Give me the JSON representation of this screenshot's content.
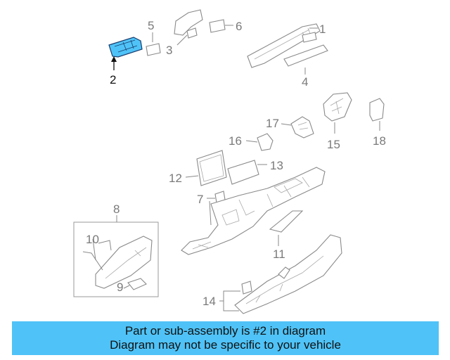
{
  "diagram": {
    "callouts": {
      "c1": "1",
      "c2": "2",
      "c3": "3",
      "c4": "4",
      "c5": "5",
      "c6": "6",
      "c7": "7",
      "c8": "8",
      "c9": "9",
      "c10": "10",
      "c11": "11",
      "c12": "12",
      "c13": "13",
      "c14": "14",
      "c15": "15",
      "c16": "16",
      "c17": "17",
      "c18": "18"
    },
    "highlight_color": "#4fc3f7"
  },
  "banner": {
    "line1": "Part or sub-assembly is #2 in diagram",
    "line2": "Diagram may not be specific to your vehicle"
  }
}
